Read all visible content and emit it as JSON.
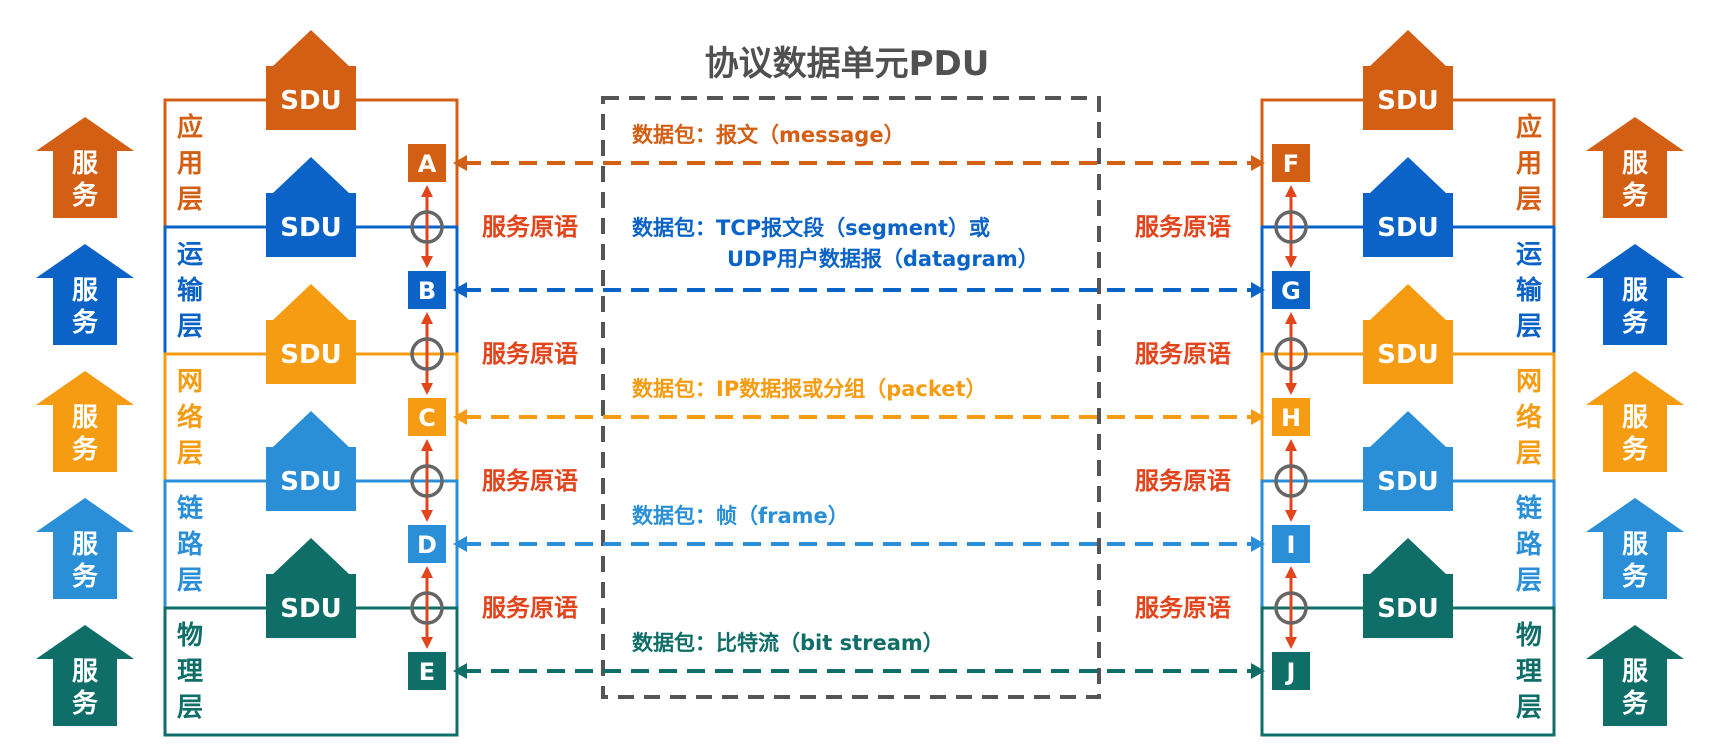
{
  "title": "协议数据单元PDU",
  "sdu_label": "SDU",
  "service_label": [
    "服",
    "务"
  ],
  "primitive_label": "服务原语",
  "primitive_color": "#e2451c",
  "frame_color": "#555555",
  "layers": [
    {
      "name": "应用层",
      "chars": [
        "应",
        "用",
        "层"
      ],
      "color": "#d35f14",
      "left_letter": "A",
      "right_letter": "F",
      "pdu_lines": [
        "数据包：报文（message）"
      ]
    },
    {
      "name": "运输层",
      "chars": [
        "运",
        "输",
        "层"
      ],
      "color": "#0b63c7",
      "left_letter": "B",
      "right_letter": "G",
      "pdu_lines": [
        "数据包：TCP报文段（segment）或",
        "UDP用户数据报（datagram）"
      ]
    },
    {
      "name": "网络层",
      "chars": [
        "网",
        "络",
        "层"
      ],
      "color": "#f59c12",
      "left_letter": "C",
      "right_letter": "H",
      "pdu_lines": [
        "数据包：IP数据报或分组（packet）"
      ]
    },
    {
      "name": "链路层",
      "chars": [
        "链",
        "路",
        "层"
      ],
      "color": "#2a8fd6",
      "left_letter": "D",
      "right_letter": "I",
      "pdu_lines": [
        "数据包：帧（frame）"
      ]
    },
    {
      "name": "物理层",
      "chars": [
        "物",
        "理",
        "层"
      ],
      "color": "#0f6e68",
      "left_letter": "E",
      "right_letter": "J",
      "pdu_lines": [
        "数据包：比特流（bit stream）"
      ]
    }
  ]
}
